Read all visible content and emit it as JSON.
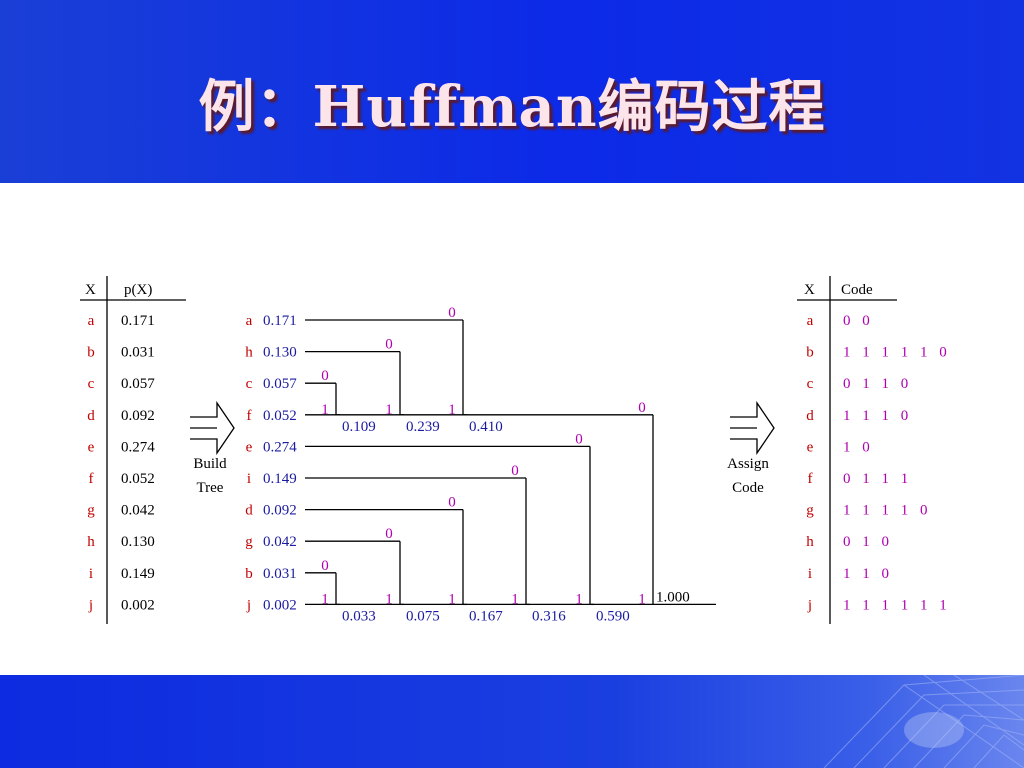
{
  "title": "例：Huffman编码过程",
  "left_table": {
    "col_x": "X",
    "col_p": "p(X)",
    "rows": [
      {
        "sym": "a",
        "p": "0.171"
      },
      {
        "sym": "b",
        "p": "0.031"
      },
      {
        "sym": "c",
        "p": "0.057"
      },
      {
        "sym": "d",
        "p": "0.092"
      },
      {
        "sym": "e",
        "p": "0.274"
      },
      {
        "sym": "f",
        "p": "0.052"
      },
      {
        "sym": "g",
        "p": "0.042"
      },
      {
        "sym": "h",
        "p": "0.130"
      },
      {
        "sym": "i",
        "p": "0.149"
      },
      {
        "sym": "j",
        "p": "0.002"
      }
    ]
  },
  "build_label": [
    "Build",
    "Tree"
  ],
  "assign_label": [
    "Assign",
    "Code"
  ],
  "tree": {
    "leaves": [
      {
        "sym": "a",
        "p": "0.171"
      },
      {
        "sym": "h",
        "p": "0.130"
      },
      {
        "sym": "c",
        "p": "0.057"
      },
      {
        "sym": "f",
        "p": "0.052"
      },
      {
        "sym": "e",
        "p": "0.274"
      },
      {
        "sym": "i",
        "p": "0.149"
      },
      {
        "sym": "d",
        "p": "0.092"
      },
      {
        "sym": "g",
        "p": "0.042"
      },
      {
        "sym": "b",
        "p": "0.031"
      },
      {
        "sym": "j",
        "p": "0.002"
      }
    ],
    "internal_values": [
      "0.109",
      "0.239",
      "0.410",
      "0.033",
      "0.075",
      "0.167",
      "0.316",
      "0.590",
      "1.000"
    ],
    "bit0": "0",
    "bit1": "1"
  },
  "right_table": {
    "col_x": "X",
    "col_code": "Code",
    "rows": [
      {
        "sym": "a",
        "code": "0 0"
      },
      {
        "sym": "b",
        "code": "1 1 1 1 1 0"
      },
      {
        "sym": "c",
        "code": "0 1 1 0"
      },
      {
        "sym": "d",
        "code": "1 1 1 0"
      },
      {
        "sym": "e",
        "code": "1 0"
      },
      {
        "sym": "f",
        "code": "0 1 1 1"
      },
      {
        "sym": "g",
        "code": "1 1 1 1 0"
      },
      {
        "sym": "h",
        "code": "0 1 0"
      },
      {
        "sym": "i",
        "code": "1 1 0"
      },
      {
        "sym": "j",
        "code": "1 1 1 1 1 1"
      }
    ]
  },
  "colors": {
    "header_blue": "#0c2ae8",
    "symbol_red": "#c00000",
    "value_blue": "#1a1aa0",
    "bit_magenta": "#b000b0"
  }
}
